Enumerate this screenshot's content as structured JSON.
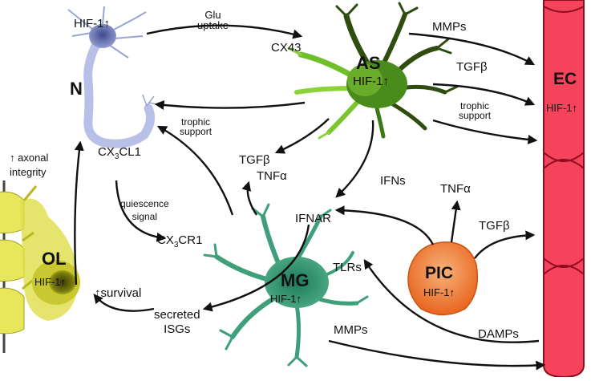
{
  "cells": {
    "neuron": {
      "name": "N",
      "hif": "HIF-1↑"
    },
    "astrocyte": {
      "name": "AS",
      "hif": "HIF-1↑"
    },
    "endothelial": {
      "name": "EC",
      "hif": "HIF-1↑"
    },
    "oligodendrocyte": {
      "name": "OL",
      "hif": "HIF-1↑"
    },
    "microglia": {
      "name": "MG",
      "hif": "HIF-1↑"
    },
    "pic": {
      "name": "PIC",
      "hif": "HIF-1↑"
    }
  },
  "labels": {
    "glu_uptake": "Glu\nuptake",
    "cx43": "CX43",
    "mmps_top": "MMPs",
    "tgfb_as": "TGFβ",
    "trophic_as_ec": "trophic\nsupport",
    "trophic_mg_n": "trophic\nsupport",
    "cx3cl1_main": "CX",
    "cx3cl1_sub": "3",
    "cx3cl1_tail": "CL1",
    "axonal": "↑ axonal\nintegrity",
    "tgfb_mid": "TGFβ",
    "tnfa_mid": "TNFα",
    "quiescence": "quiescence\nsignal",
    "cx3cr1_main": "CX",
    "cx3cr1_sub": "3",
    "cx3cr1_tail": "CR1",
    "ifns": "IFNs",
    "tnfa_pic": "TNFα",
    "tgfb_pic": "TGFβ",
    "ifnar": "IFNAR",
    "tlrs": "TLRs",
    "survival": "↑survival",
    "secreted_isgs": "secreted\nISGs",
    "mmps_bottom": "MMPs",
    "damps": "DAMPs"
  }
}
